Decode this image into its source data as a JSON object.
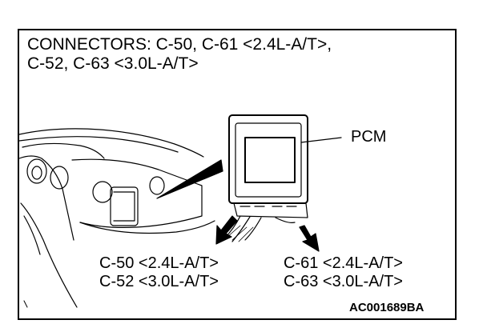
{
  "title": {
    "line1": "CONNECTORS: C-50, C-61 <2.4L-A/T>,",
    "line2": "C-52, C-63 <3.0L-A/T>"
  },
  "labels": {
    "pcm": "PCM",
    "left_connector": {
      "line1": "C-50 <2.4L-A/T>",
      "line2": "C-52 <3.0L-A/T>"
    },
    "right_connector": {
      "line1": "C-61 <2.4L-A/T>",
      "line2": "C-63 <3.0L-A/T>"
    }
  },
  "figure_code": "AC001689BA",
  "colors": {
    "ink": "#000000",
    "paper": "#ffffff"
  }
}
